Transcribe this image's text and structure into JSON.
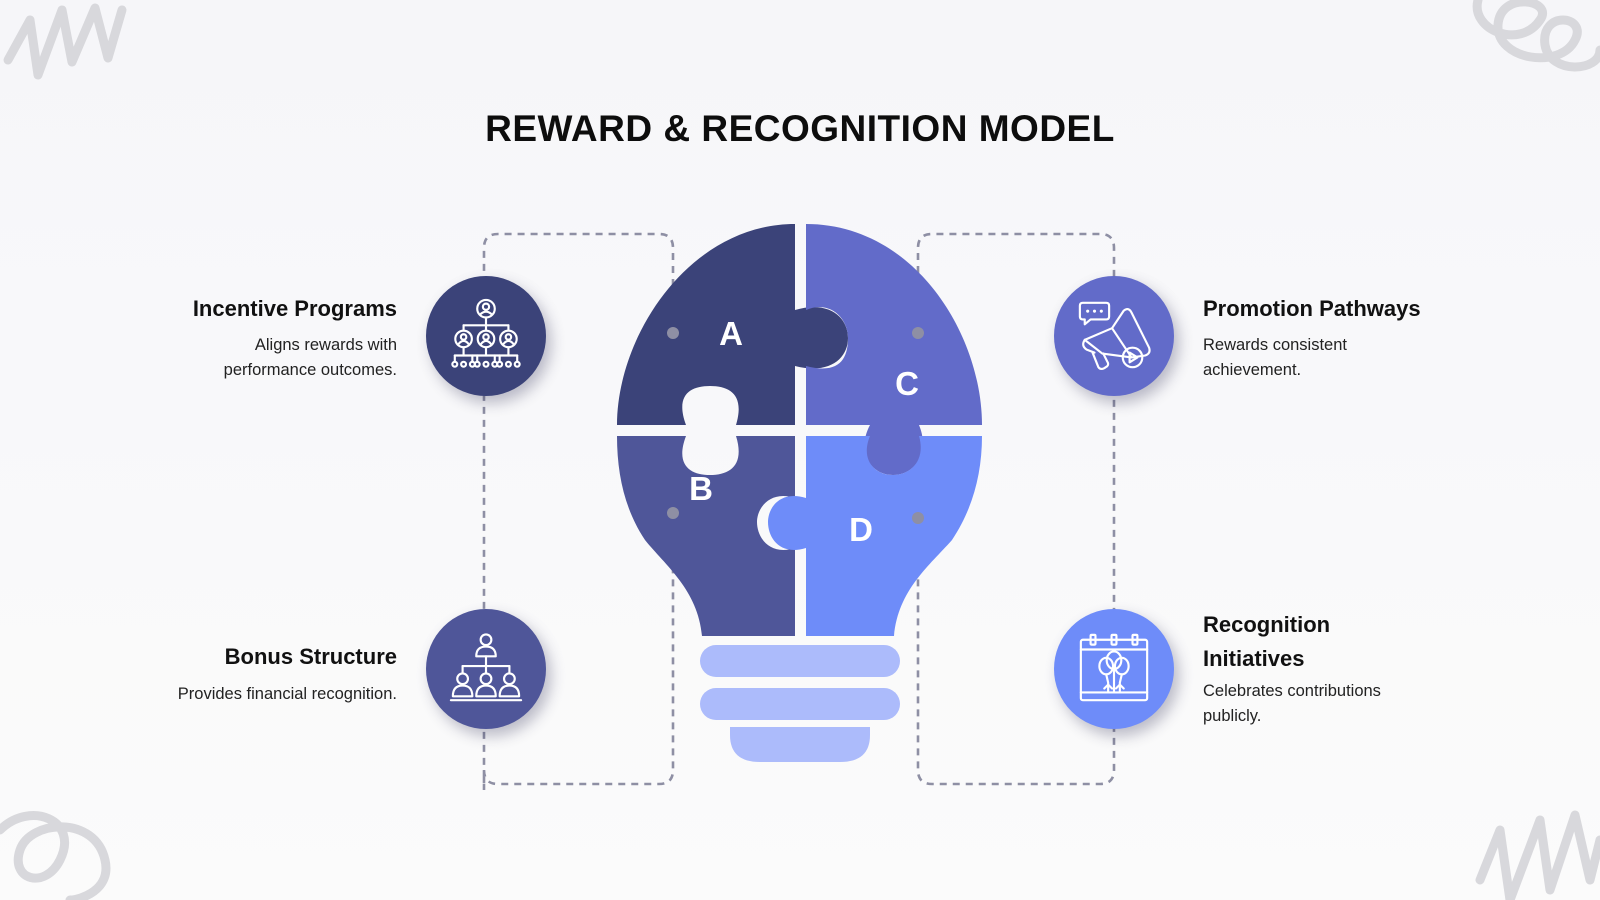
{
  "title": "REWARD & RECOGNITION MODEL",
  "pieces": [
    {
      "letter": "A",
      "color": "#3b4379"
    },
    {
      "letter": "B",
      "color": "#4f5699"
    },
    {
      "letter": "C",
      "color": "#626bc9"
    },
    {
      "letter": "D",
      "color": "#6e8cf9"
    }
  ],
  "bulb_base_color": "#acbbfb",
  "connector_color": "#8e8fa4",
  "items": [
    {
      "heading": "Incentive Programs",
      "desc_lines": [
        "Aligns rewards with",
        "performance outcomes."
      ],
      "icon": "org-chart-people-icon",
      "color": "#3b4379"
    },
    {
      "heading": "Bonus Structure",
      "desc_lines": [
        "Provides financial recognition."
      ],
      "icon": "team-hierarchy-icon",
      "color": "#4f5699"
    },
    {
      "heading": "Promotion Pathways",
      "desc_lines": [
        "Rewards consistent",
        "achievement."
      ],
      "icon": "megaphone-chat-icon",
      "color": "#626bc9"
    },
    {
      "heading_lines": [
        "Recognition",
        "Initiatives"
      ],
      "desc_lines": [
        "Celebrates contributions",
        "publicly."
      ],
      "icon": "calendar-balloons-icon",
      "color": "#6e8cf9"
    }
  ]
}
